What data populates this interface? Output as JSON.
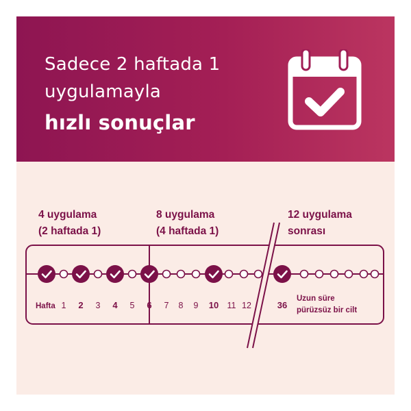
{
  "header": {
    "line1": "Sadece 2 haftada 1",
    "line2": "uygulamayla",
    "line3": "hızlı sonuçlar",
    "calendar_icon": "calendar-check-icon"
  },
  "colors": {
    "brand": "#8e1552",
    "accent": "#7b1148",
    "background": "#fbece6"
  },
  "timeline": {
    "groups": [
      {
        "title": "4 uygulama",
        "subtitle": "(2 haftada 1)"
      },
      {
        "title": "8 uygulama",
        "subtitle": "(4 haftada 1)"
      },
      {
        "title": "12 uygulama",
        "subtitle": "sonrası"
      }
    ],
    "week_label": "Hafta",
    "weeks": [
      "1",
      "2",
      "3",
      "4",
      "5",
      "6",
      "7",
      "8",
      "9",
      "10",
      "11",
      "12",
      "36"
    ],
    "bold_weeks": [
      "2",
      "4",
      "6",
      "10",
      "36"
    ],
    "end_note_line1": "Uzun süre",
    "end_note_line2": "pürüzsüz bir cilt",
    "check_icon": "check-circle-icon"
  }
}
